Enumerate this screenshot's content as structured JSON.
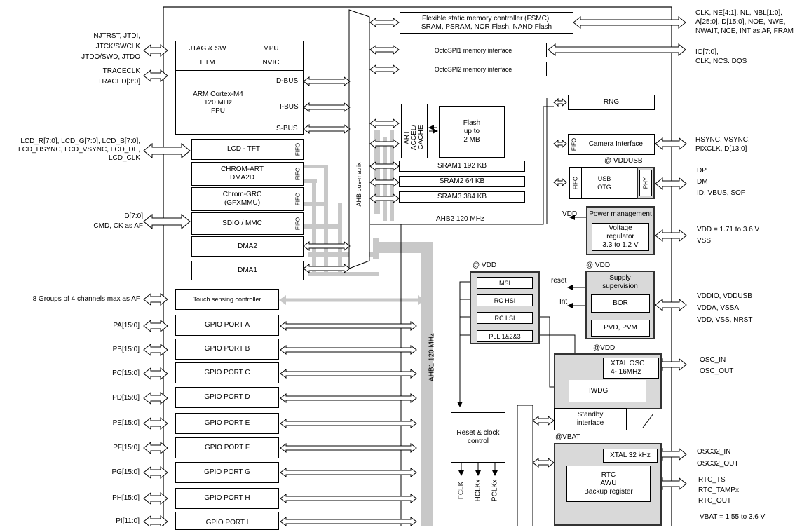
{
  "left_signals": {
    "jtag": [
      "NJTRST, JTDI,",
      "JTCK/SWCLK",
      "JTDO/SWD, JTDO"
    ],
    "trace": [
      "TRACECLK",
      "TRACED[3:0]"
    ],
    "lcd": [
      "LCD_R[7:0], LCD_G[7:0], LCD_B[7:0],",
      "LCD_HSYNC, LCD_VSYNC, LCD_DE,",
      "LCD_CLK"
    ],
    "sdio": [
      "D[7:0]",
      "CMD, CK as AF"
    ],
    "touch": "8 Groups of 4 channels max as AF",
    "gpio_pins": [
      "PA[15:0]",
      "PB[15:0]",
      "PC[15:0]",
      "PD[15:0]",
      "PE[15:0]",
      "PF[15:0]",
      "PG[15:0]",
      "PH[15:0]",
      "PI[11:0]"
    ]
  },
  "core": {
    "jtag_sw": "JTAG & SW",
    "mpu": "MPU",
    "etm": "ETM",
    "nvic": "NVIC",
    "cpu": [
      "ARM Cortex-M4",
      "120 MHz",
      "FPU"
    ],
    "dbus": "D-BUS",
    "ibus": "I-BUS",
    "sbus": "S-BUS"
  },
  "masters": {
    "lcd_tft": "LCD - TFT",
    "chrom_art": [
      "CHROM-ART",
      "DMA2D"
    ],
    "chrom_grc": [
      "Chrom-GRC",
      "(GFXMMU)"
    ],
    "sdio": "SDIO / MMC",
    "dma2": "DMA2",
    "dma1": "DMA1",
    "fifo": "FIFO"
  },
  "bus": {
    "matrix": "AHB bus-matrix",
    "ahb2": "AHB2 120 MHz",
    "ahb1": "AHB1 120 MHz"
  },
  "memory": {
    "fsmc": [
      "Flexible static memory controller (FSMC):",
      "SRAM, PSRAM, NOR Flash, NAND Flash"
    ],
    "octospi1": "OctoSPI1 memory interface",
    "octospi2": "OctoSPI2 memory interface",
    "art": [
      "ART",
      "ACCEL/",
      "CACHE"
    ],
    "flash": [
      "Flash",
      "up to",
      "2 MB"
    ],
    "sram1": "SRAM1 192 KB",
    "sram2": "SRAM2 64 KB",
    "sram3": "SRAM3 384 KB"
  },
  "peripherals": {
    "rng": "RNG",
    "camera": "Camera Interface",
    "vddusb": "@ VDDUSB",
    "usb_otg": [
      "USB",
      "OTG"
    ],
    "phy": "PHY",
    "vdd_label": "VDD",
    "power_mgmt": "Power management",
    "voltage_reg": [
      "Voltage",
      "regulator",
      "3.3 to 1.2 V"
    ],
    "touch_ctrl": "Touch sensing controller",
    "gpio_ports": [
      "GPIO PORT A",
      "GPIO PORT B",
      "GPIO PORT C",
      "GPIO PORT D",
      "GPIO PORT E",
      "GPIO PORT F",
      "GPIO PORT G",
      "GPIO PORT H",
      "GPIO PORT I"
    ]
  },
  "clocks": {
    "at_vdd": "@ VDD",
    "msi": "MSI",
    "rc_hsi": "RC HSI",
    "rc_lsi": "RC LSI",
    "pll": "PLL 1&2&3",
    "reset_clock": [
      "Reset & clock",
      "control"
    ],
    "outputs": [
      "FCLK",
      "HCLKx",
      "PCLKx"
    ]
  },
  "supply": {
    "at_vdd": "@ VDD",
    "reset": "reset",
    "int": "Int",
    "title": [
      "Supply",
      "supervision"
    ],
    "bor": "BOR",
    "pvd": "PVD, PVM"
  },
  "osc": {
    "at_vdd": "@VDD",
    "xtal": [
      "XTAL OSC",
      "4- 16MHz"
    ],
    "iwdg": "IWDG",
    "standby": [
      "Standby",
      "interface"
    ],
    "at_vbat": "@VBAT",
    "xtal32": "XTAL 32 kHz",
    "rtc": [
      "RTC",
      "AWU",
      "Backup register"
    ]
  },
  "right_signals": {
    "fsmc": [
      "CLK, NE[4:1], NL, NBL[1:0],",
      "A[25:0], D[15:0], NOE, NWE,",
      "NWAIT, NCE, INT as AF, FRAM"
    ],
    "octospi": [
      "IO[7:0],",
      "CLK, NCS. DQS"
    ],
    "camera": [
      "HSYNC, VSYNC,",
      "PIXCLK, D[13:0]"
    ],
    "usb": [
      "DP",
      "DM",
      "ID, VBUS, SOF"
    ],
    "power": [
      "VDD = 1.71 to 3.6 V",
      "VSS"
    ],
    "supply": [
      "VDDIO, VDDUSB",
      "VDDA, VSSA",
      "VDD, VSS, NRST"
    ],
    "osc": [
      "OSC_IN",
      "OSC_OUT"
    ],
    "osc32": [
      "OSC32_IN",
      "OSC32_OUT"
    ],
    "rtc": [
      "RTC_TS",
      "RTC_TAMPx",
      "RTC_OUT"
    ],
    "vbat": "VBAT = 1.55 to 3.6 V"
  },
  "colors": {
    "gray_fill": "#d9d9d9",
    "gray_bus": "#c8c8c8",
    "annotation": "#e0201b",
    "highlight": "#c5d5ea"
  }
}
